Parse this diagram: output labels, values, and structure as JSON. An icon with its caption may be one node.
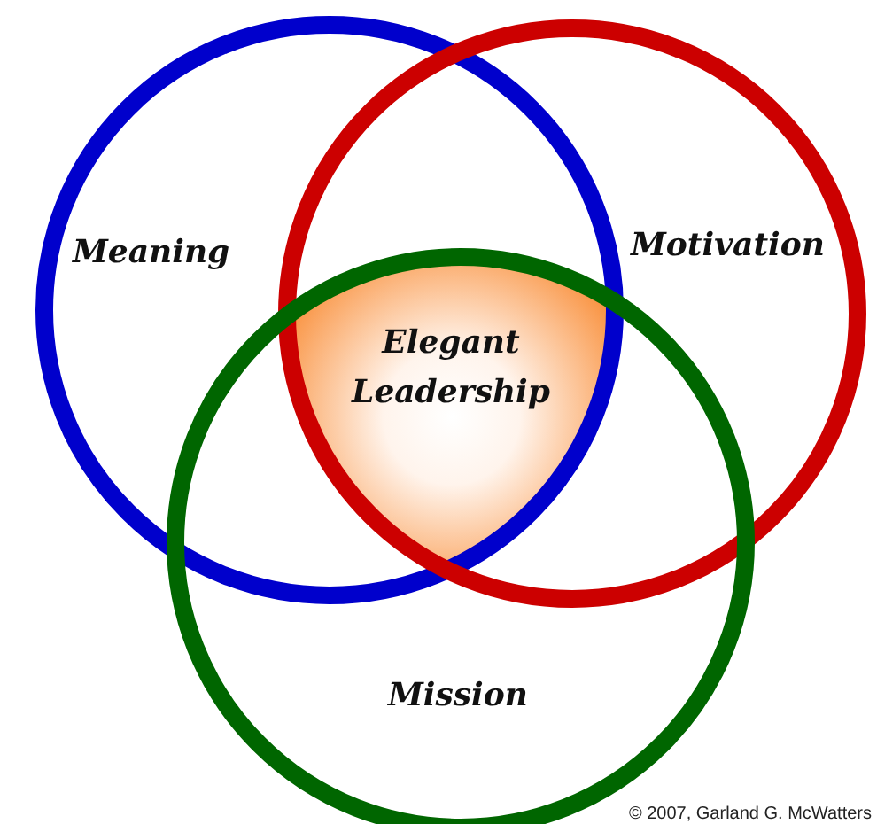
{
  "diagram": {
    "nodes": [
      {
        "text": [
          "Meaning"
        ]
      },
      {
        "text": [
          "Motivation"
        ]
      },
      {
        "text": [
          "Elegant Leadership"
        ]
      },
      {
        "text": [
          "Mission"
        ]
      }
    ],
    "labels": [
      "© 2007, Garland G. McWatters"
    ]
  }
}
